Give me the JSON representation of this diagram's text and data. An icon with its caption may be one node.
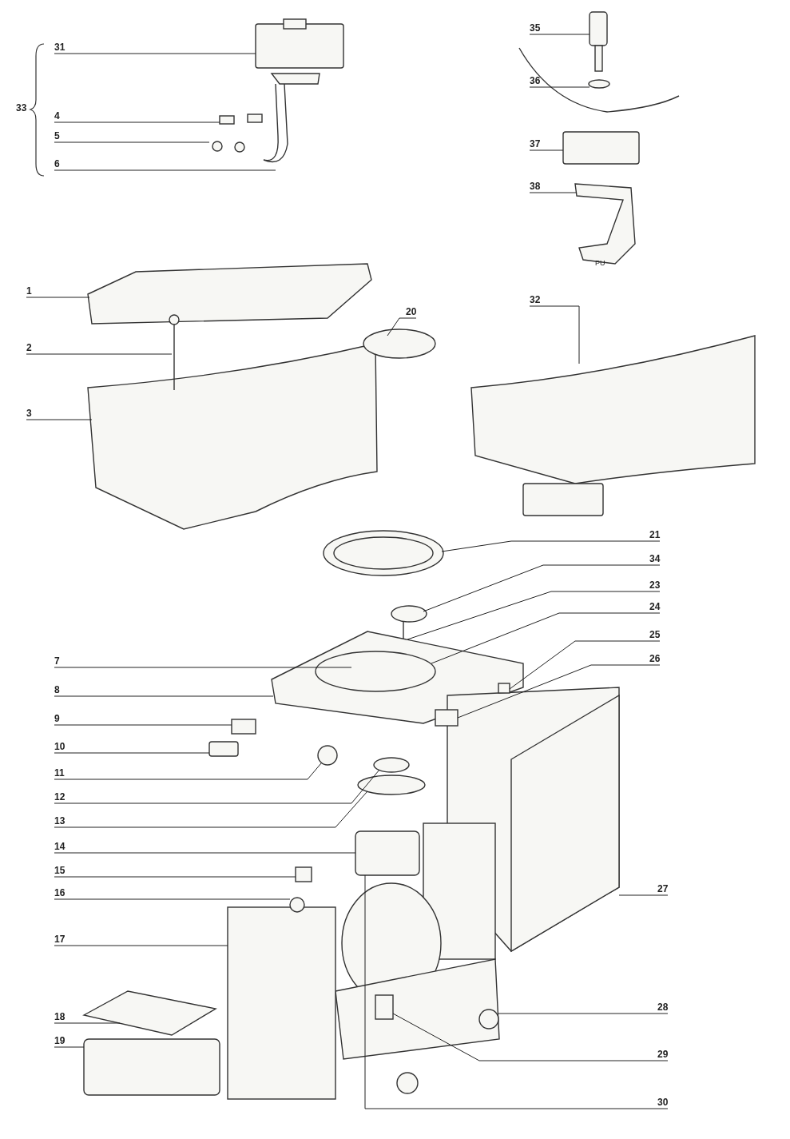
{
  "diagram": {
    "nodes": [
      {
        "text": [
          "31"
        ]
      },
      {
        "text": [
          "4"
        ]
      },
      {
        "text": [
          "5"
        ]
      },
      {
        "text": [
          "6"
        ]
      },
      {
        "text": [
          "35"
        ]
      },
      {
        "text": [
          "36"
        ]
      },
      {
        "text": [
          "37"
        ]
      },
      {
        "text": [
          "38"
        ]
      },
      {
        "text": [
          "1"
        ]
      },
      {
        "text": [
          "2"
        ]
      },
      {
        "text": [
          "3"
        ]
      },
      {
        "text": [
          "20"
        ]
      },
      {
        "text": [
          "32"
        ]
      },
      {
        "text": [
          "21"
        ]
      },
      {
        "text": [
          "34"
        ]
      },
      {
        "text": [
          "23"
        ]
      },
      {
        "text": [
          "24"
        ]
      },
      {
        "text": [
          "25"
        ]
      },
      {
        "text": [
          "7"
        ]
      },
      {
        "text": [
          "26"
        ]
      },
      {
        "text": [
          "8"
        ]
      },
      {
        "text": [
          "9"
        ]
      },
      {
        "text": [
          "10"
        ]
      },
      {
        "text": [
          "11"
        ]
      },
      {
        "text": [
          "12"
        ]
      },
      {
        "text": [
          "13"
        ]
      },
      {
        "text": [
          "14"
        ]
      },
      {
        "text": [
          "15"
        ]
      },
      {
        "text": [
          "16"
        ]
      },
      {
        "text": [
          "27"
        ]
      },
      {
        "text": [
          "17"
        ]
      },
      {
        "text": [
          "18"
        ]
      },
      {
        "text": [
          "28"
        ]
      },
      {
        "text": [
          "19"
        ]
      },
      {
        "text": [
          "29"
        ]
      },
      {
        "text": [
          "30"
        ]
      }
    ],
    "edges": [
      {
        "from": 0,
        "to": null,
        "arrow": "none"
      },
      {
        "from": 1,
        "to": null,
        "arrow": "none"
      },
      {
        "from": 2,
        "to": null,
        "arrow": "none"
      },
      {
        "from": 3,
        "to": null,
        "arrow": "none"
      },
      {
        "from": 4,
        "to": null,
        "arrow": "none"
      },
      {
        "from": 5,
        "to": null,
        "arrow": "none"
      },
      {
        "from": 6,
        "to": null,
        "arrow": "none"
      },
      {
        "from": 7,
        "to": null,
        "arrow": "none"
      },
      {
        "from": 8,
        "to": null,
        "arrow": "none"
      },
      {
        "from": 9,
        "to": null,
        "arrow": "none"
      },
      {
        "from": 10,
        "to": null,
        "arrow": "none"
      },
      {
        "from": 11,
        "to": null,
        "arrow": "none"
      },
      {
        "from": 12,
        "to": null,
        "arrow": "none"
      },
      {
        "from": 13,
        "to": null,
        "arrow": "none"
      },
      {
        "from": 14,
        "to": null,
        "arrow": "none"
      },
      {
        "from": 15,
        "to": null,
        "arrow": "none"
      },
      {
        "from": 16,
        "to": null,
        "arrow": "none"
      },
      {
        "from": 17,
        "to": null,
        "arrow": "none"
      },
      {
        "from": 18,
        "to": null,
        "arrow": "none"
      },
      {
        "from": 19,
        "to": null,
        "arrow": "none"
      },
      {
        "from": 20,
        "to": null,
        "arrow": "none"
      },
      {
        "from": 21,
        "to": null,
        "arrow": "none"
      },
      {
        "from": 22,
        "to": null,
        "arrow": "none"
      },
      {
        "from": 23,
        "to": null,
        "arrow": "none"
      },
      {
        "from": 24,
        "to": null,
        "arrow": "none"
      },
      {
        "from": 25,
        "to": null,
        "arrow": "none"
      },
      {
        "from": 26,
        "to": null,
        "arrow": "none"
      },
      {
        "from": 27,
        "to": null,
        "arrow": "none"
      },
      {
        "from": 28,
        "to": null,
        "arrow": "none"
      },
      {
        "from": 29,
        "to": null,
        "arrow": "none"
      },
      {
        "from": 30,
        "to": null,
        "arrow": "none"
      },
      {
        "from": 31,
        "to": null,
        "arrow": "none"
      },
      {
        "from": 32,
        "to": null,
        "arrow": "none"
      },
      {
        "from": 33,
        "to": null,
        "arrow": "none"
      },
      {
        "from": 34,
        "to": null,
        "arrow": "none"
      },
      {
        "from": 35,
        "to": null,
        "arrow": "none"
      }
    ],
    "labels": [
      "33",
      "PU"
    ]
  }
}
